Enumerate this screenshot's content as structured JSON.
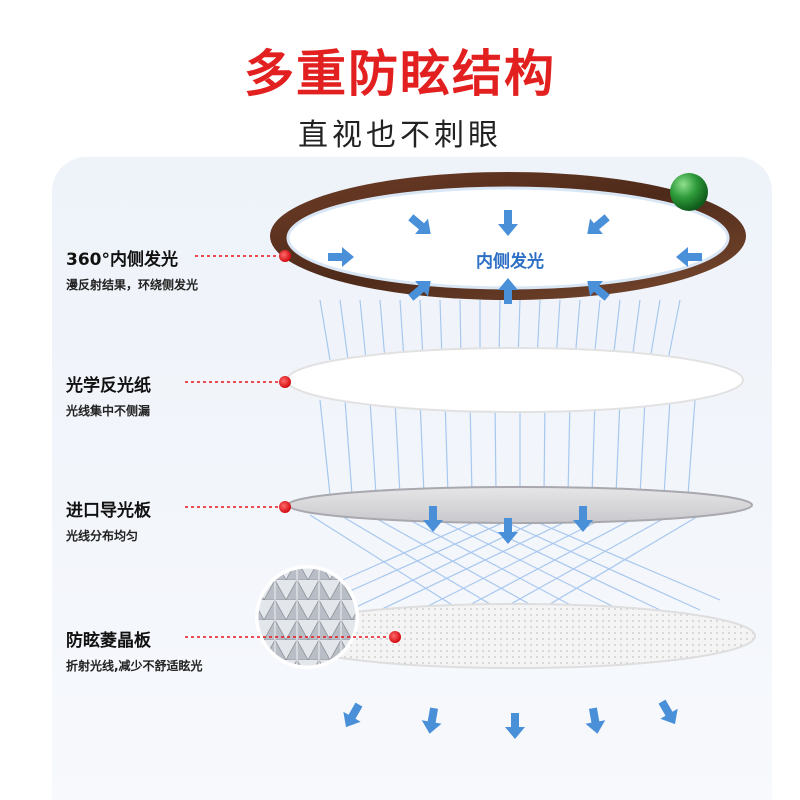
{
  "title": "多重防眩结构",
  "subtitle": "直视也不刺眼",
  "inner_label": "内侧发光",
  "labels": [
    {
      "title": "360°内侧发光",
      "desc": "漫反射结果，环绕侧发光"
    },
    {
      "title": "光学反光纸",
      "desc": "光线集中不侧漏"
    },
    {
      "title": "进口导光板",
      "desc": "光线分布均匀"
    },
    {
      "title": "防眩菱晶板",
      "desc": "折射光线,减少不舒适眩光"
    }
  ],
  "colors": {
    "title": "#e32020",
    "accent_blue": "#4a90d9",
    "marker_red": "#e8141b",
    "frame_wood": "#5a3220",
    "indicator_green": "#2e9b3a"
  }
}
